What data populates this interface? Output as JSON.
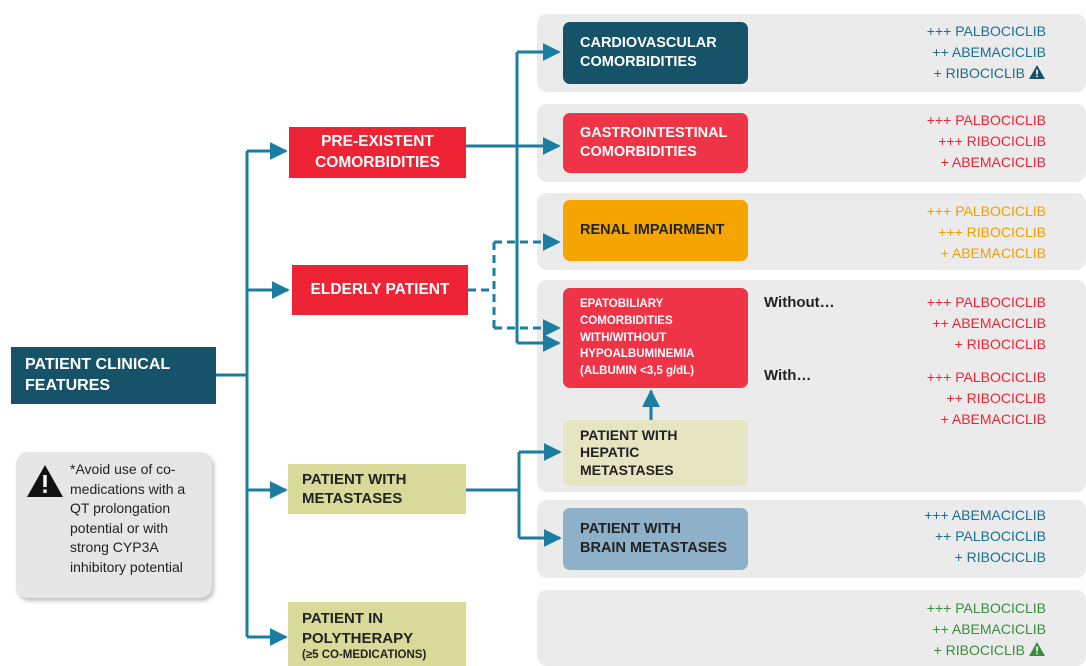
{
  "nodes": {
    "root": "PATIENT CLINICAL\nFEATURES",
    "pre_existent": "PRE-EXISTENT\nCOMORBIDITIES",
    "elderly": "ELDERLY PATIENT",
    "metastases": "PATIENT WITH\nMETASTASES",
    "polytherapy": "PATIENT IN\nPOLYTHERAPY",
    "polytherapy_sub": "(≥5 CO-MEDICATIONS)",
    "cardiovascular": "CARDIOVASCULAR\nCOMORBIDITIES",
    "gastrointestinal": "GASTROINTESTINAL\nCOMORBIDITIES",
    "renal": "RENAL IMPAIRMENT",
    "epatobiliary": "EPATOBILIARY\nCOMORBIDITIES\nWITH/WITHOUT\nHYPOALBUMINEMIA\n(ALBUMIN <3,5 g/dL)",
    "hepatic_met": "PATIENT WITH\nHEPATIC\nMETASTASES",
    "brain_met": "PATIENT WITH\nBRAIN METASTASES"
  },
  "labels": {
    "without": "Without…",
    "with": "With…"
  },
  "recommendations": {
    "cardiovascular": [
      "+++ PALBOCICLIB",
      "++ ABEMACICLIB",
      "+ RIBOCICLIB"
    ],
    "gastrointestinal": [
      "+++ PALBOCICLIB",
      "+++ RIBOCICLIB",
      "+ ABEMACICLIB"
    ],
    "renal": [
      "+++ PALBOCICLIB",
      "+++ RIBOCICLIB",
      "+ ABEMACICLIB"
    ],
    "epato_without": [
      "+++ PALBOCICLIB",
      "++ ABEMACICLIB",
      "+ RIBOCICLIB"
    ],
    "epato_with": [
      "+++ PALBOCICLIB",
      "++ RIBOCICLIB",
      "+ ABEMACICLIB"
    ],
    "brain": [
      "+++ ABEMACICLIB",
      "++ PALBOCICLIB",
      "+ RIBOCICLIB"
    ],
    "polytherapy": [
      "+++ PALBOCICLIB",
      "++ ABEMACICLIB",
      "+ RIBOCICLIB"
    ]
  },
  "note": "*Avoid use of co-\nmedications with a\nQT prolongation\npotential or with\nstrong CYP3A\ninhibitory potential",
  "colors": {
    "navy": "#165268",
    "red": "#ee2436",
    "pink_red": "#f03448",
    "orange": "#f6a500",
    "olive": "#d9d99a",
    "cream": "#e6e5c2",
    "steel_blue": "#8fb0c9",
    "teal_line": "#1a7da1",
    "green": "#3a8d3d"
  }
}
